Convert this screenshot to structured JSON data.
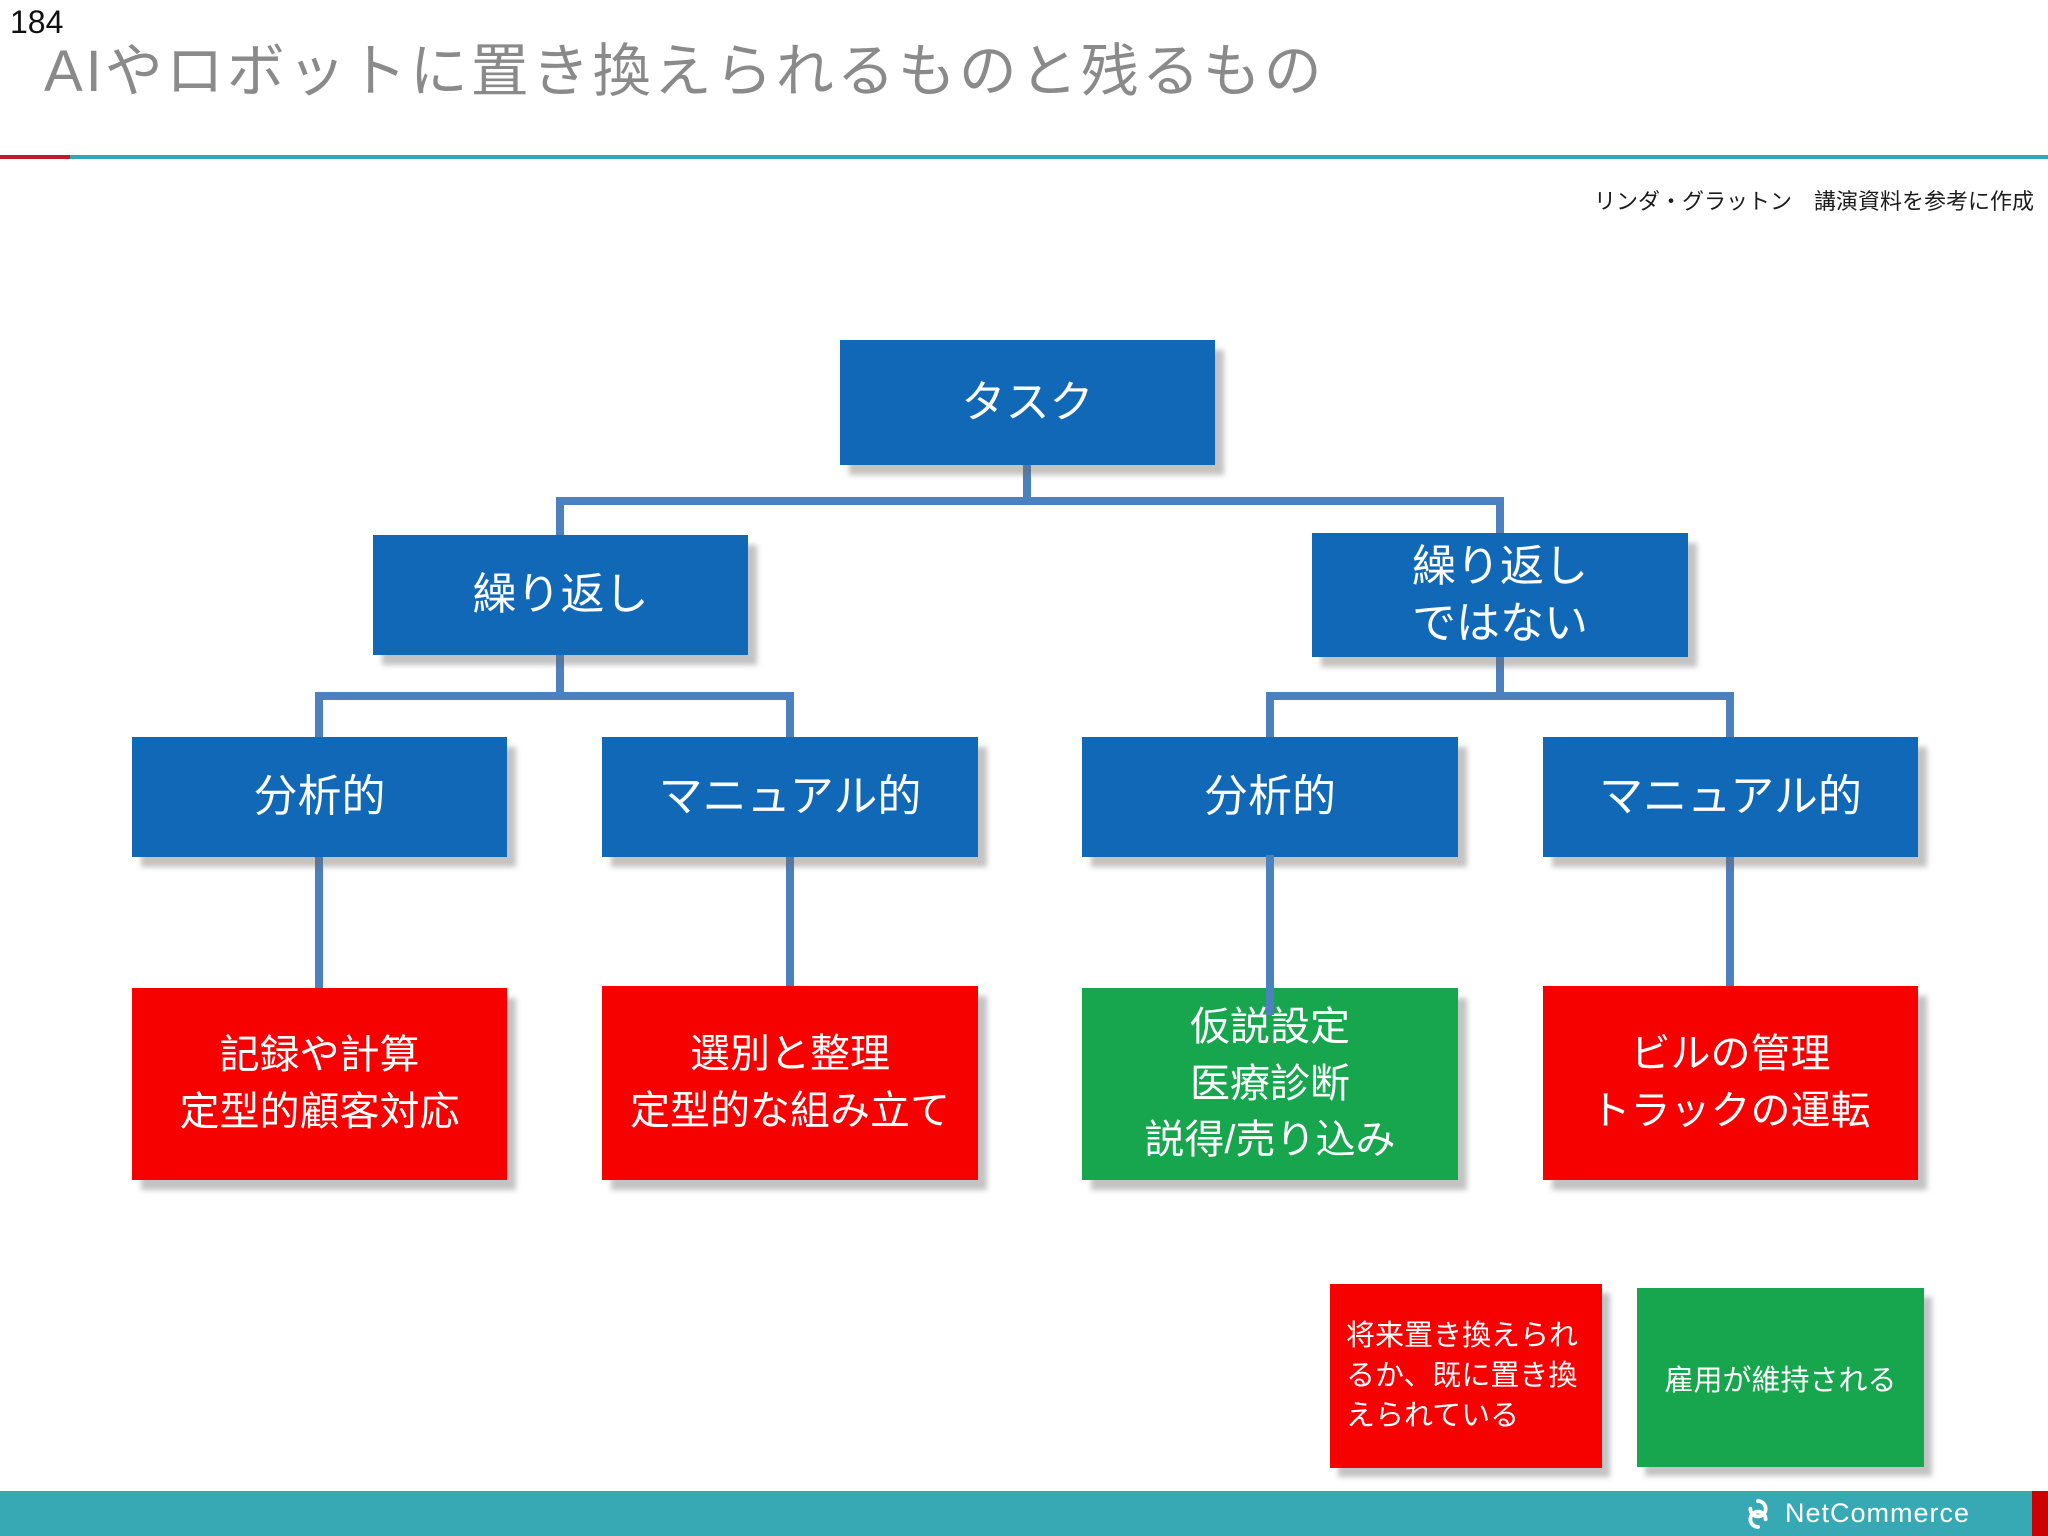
{
  "page": {
    "number": "184",
    "title": "AIやロボットに置き換えられるものと残るもの",
    "attribution": "リンダ・グラットン　講演資料を参考に作成"
  },
  "tree": {
    "root": {
      "label": "タスク"
    },
    "level2": [
      {
        "label": "繰り返し"
      },
      {
        "label": "繰り返し\nではない"
      }
    ],
    "level3": [
      {
        "label": "分析的"
      },
      {
        "label": "マニュアル的"
      },
      {
        "label": "分析的"
      },
      {
        "label": "マニュアル的"
      }
    ],
    "leaves": [
      {
        "label": "記録や計算\n定型的顧客対応",
        "status": "replaced"
      },
      {
        "label": "選別と整理\n定型的な組み立て",
        "status": "replaced"
      },
      {
        "label": "仮説設定\n医療診断\n説得/売り込み",
        "status": "retained"
      },
      {
        "label": "ビルの管理\nトラックの運転",
        "status": "replaced"
      }
    ]
  },
  "legend": [
    {
      "label": "将来置き換えられ\nるか、既に置き換\nえられている",
      "status": "replaced"
    },
    {
      "label": "雇用が維持される",
      "status": "retained"
    }
  ],
  "footer": {
    "brand": "NetCommerce"
  },
  "colors": {
    "node_blue": "#1068b7",
    "leaf_red": "#f70000",
    "leaf_green": "#17a64d",
    "connector_blue": "#4d80be",
    "footer_teal": "#36a9b4",
    "divider_teal": "#2fa8b5",
    "divider_red": "#c31632",
    "footer_accent_red": "#cc0000",
    "title_gray": "#8a8a8a"
  }
}
